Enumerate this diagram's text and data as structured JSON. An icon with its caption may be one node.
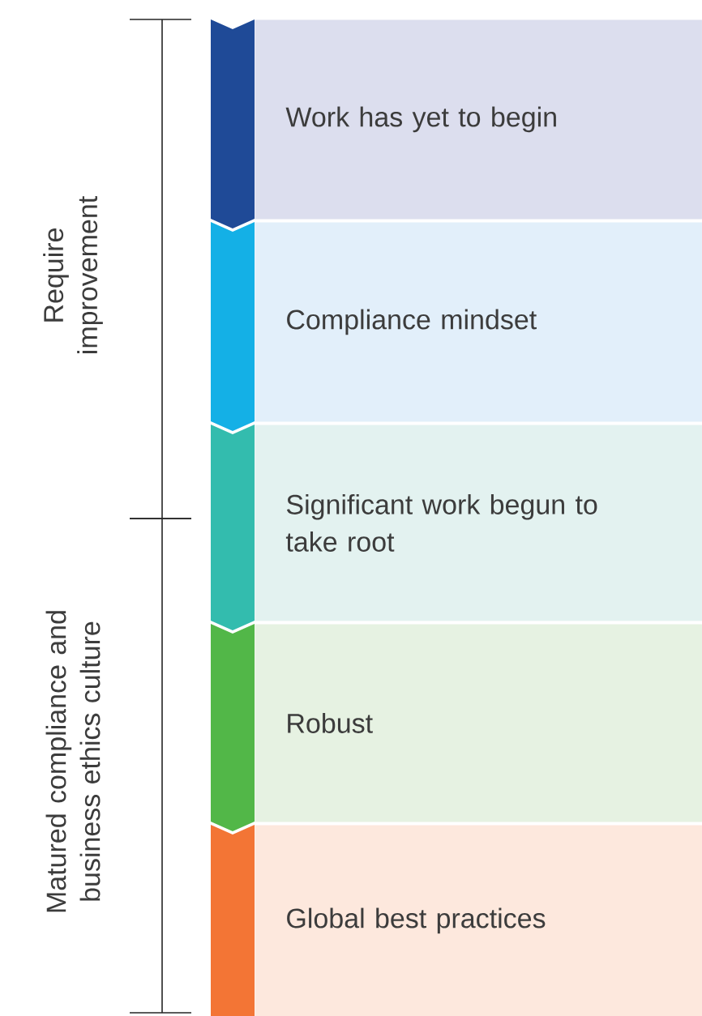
{
  "diagram": {
    "nodes": [
      {
        "text": [
          "Work has yet to begin"
        ]
      },
      {
        "text": [
          "Compliance mindset"
        ]
      },
      {
        "text": [
          "Significant work begun to take root"
        ]
      },
      {
        "text": [
          "Robust"
        ]
      },
      {
        "text": [
          "Global best practices"
        ]
      }
    ],
    "labels": [
      "Require improvement",
      "Matured compliance and business ethics culture"
    ]
  }
}
